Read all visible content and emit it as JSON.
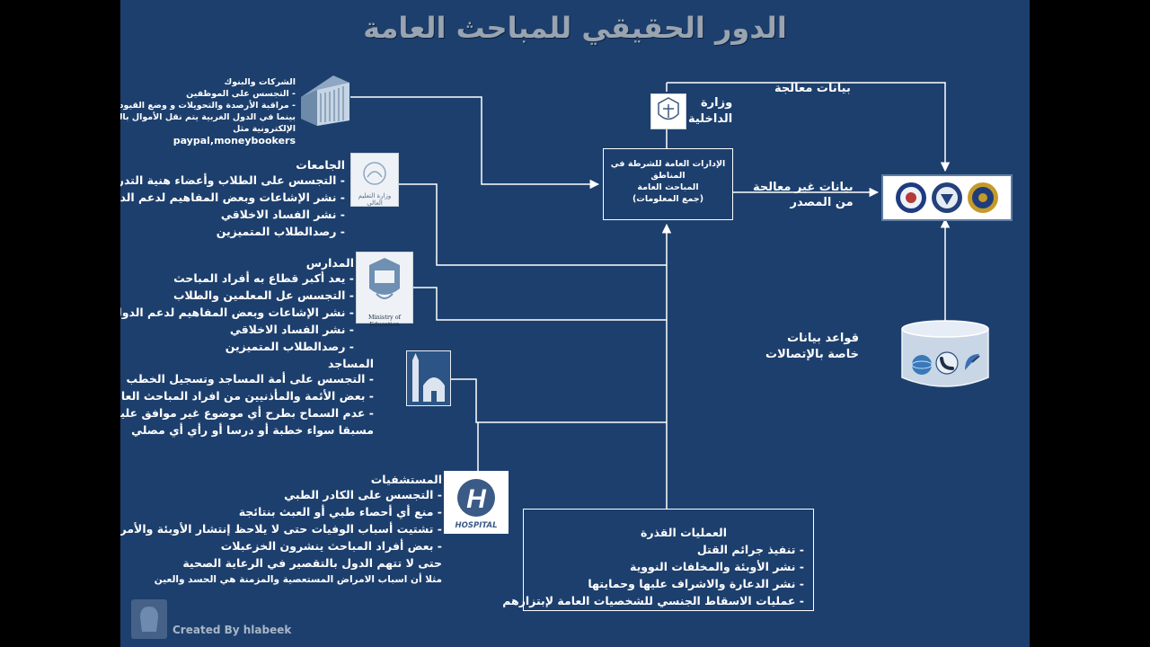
{
  "title": "الدور الحقيقي للمباحث العامة",
  "companies": {
    "heading": "الشركات والبنوك",
    "items": [
      "- التجسس على الموظفين",
      "- مراقبة الأرصدة والتحويلات و وضع القيود عليها",
      "بينما في الدول  الغربية  يتم نقل الأموال بالبنوك",
      "الإلكترونية مثل"
    ],
    "examples": "paypal,moneybookers",
    "icon": "office-building-icon"
  },
  "universities": {
    "heading": "الجامعات",
    "items": [
      "- التجسس على الطلاب وأعضاء هنية التدريس",
      "- نشر الإشاعات وبعض المفاهيم لدعم الدولة",
      "- نشر الفساد الاخلاقي",
      "- رصدالطلاب المتميزين"
    ],
    "icon_caption": "وزارة التعليم العالي"
  },
  "schools": {
    "heading": "المدارس",
    "items": [
      "- يعد أكبر قطاع به  أفراد المباحث",
      "- التجسس عل المعلمين والطلاب",
      "- نشر الإشاعات وبعض المفاهيم لدعم الدولة",
      "- نشر الفساد الاخلاقي",
      "- رصدالطلاب المتميزين"
    ],
    "icon_caption": "Ministry of Education"
  },
  "mosques": {
    "heading": "المساجد",
    "items": [
      "- التجسس على أمة المساجد وتسجيل الخطب",
      "- بعض الأئمة والمأذنيين من افراد المباحث العامة",
      "- عدم السماح بطرح أي موضوع غير موافق علية",
      "مسبقا سواء خطبة أو درسا أو رأي أي مصلي"
    ],
    "icon": "mosque-icon"
  },
  "hospitals": {
    "heading": "المستشفيات",
    "items": [
      "- التجسس على الكادر الطبي",
      "- منع أي أحصاء طبي أو العبث بنتائجة",
      "- تشتيت أسباب الوفيات حتى لا يلاحظ إنتشار الأوبئة والأمراض",
      "- بعض أفراد المباحث ينشرون الخزعبلات",
      "حتى لا تتهم الدول بالتقصير في الرعاية الصحية"
    ],
    "note": "مثلا أن اسباب الامراض المستعصية والمزمنة هي الحسد والعين",
    "icon_letter": "H",
    "icon_caption": "HOSPITAL"
  },
  "ministry": {
    "label": "وزارة\nالداخلية",
    "icon": "ministry-emblem-icon"
  },
  "central": {
    "lines": [
      "الإدارات العامة للشرطة في",
      "المناطق",
      "المباحث العامة",
      "(جمع المعلومات)"
    ]
  },
  "processed_label": "بيانات معالجة",
  "raw_label": "بيانات غير معالجة\nمن المصدر",
  "agencies": {
    "icons": [
      "cia-seal-icon",
      "nsa-seal-icon",
      "fbi-seal-icon"
    ]
  },
  "telecom": {
    "label": "قواعد بيانات\nخاصة بالإتصالات",
    "icons": [
      "globe-icon",
      "phone-icon",
      "satellite-dish-icon"
    ]
  },
  "dirty_ops": {
    "heading": "العمليات القذرة",
    "items": [
      "- تنفيذ جرائم القتل",
      "- نشر الأوبئة والمخلفات النووية",
      "- نشر الدعارة والاشراف عليها وحمايتها",
      "- عمليات الاسقاط الجنسي للشخصيات العامة لإبتزازهم"
    ]
  },
  "credit": "Created By hlabeek",
  "colors": {
    "background": "#1d3f6d",
    "title": "#9aa4b0",
    "lines": "#ffffff"
  }
}
